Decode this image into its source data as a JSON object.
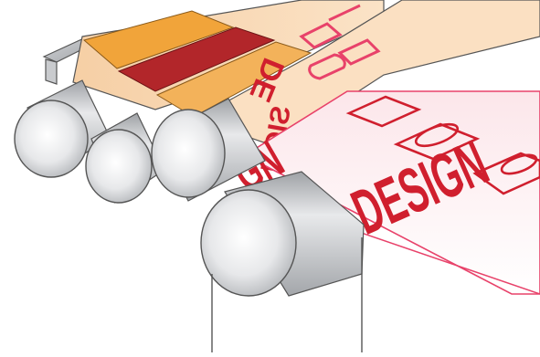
{
  "illustration": {
    "web_text_near": "DESIGN",
    "web_text_far": "GN",
    "cylinder_text_a": "DE",
    "cylinder_text_b": "SIGN"
  },
  "colors": {
    "ink_red": "#d01f2e",
    "ink_pink": "#e8426a",
    "ink_dark_red": "#b2262a",
    "ink_orange": "#f1a43a",
    "roller_light": "#f4f5f6",
    "roller_mid": "#c9cbce",
    "roller_dark": "#8e9196",
    "frame_grey": "#b8bbbf",
    "paper": "#ffffff"
  },
  "icons": [
    "offset-printing-press-illustration"
  ]
}
